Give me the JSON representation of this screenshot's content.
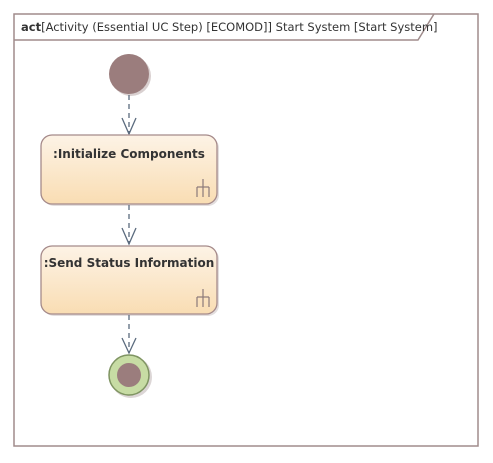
{
  "frame": {
    "keyword": "act",
    "title": "[Activity (Essential UC Step) [ECOMOD]] Start System [Start System]"
  },
  "nodes": {
    "initial": {
      "type": "initial-node"
    },
    "action1": {
      "type": "call-behavior-action",
      "label": ":Initialize Components"
    },
    "action2": {
      "type": "call-behavior-action",
      "label": ":Send Status Information"
    },
    "final": {
      "type": "activity-final-node"
    }
  },
  "flows": [
    {
      "from": "initial",
      "to": "action1"
    },
    {
      "from": "action1",
      "to": "action2"
    },
    {
      "from": "action2",
      "to": "final"
    }
  ],
  "colors": {
    "frame_border": "#a08c8c",
    "initial_fill": "#9b7d7d",
    "action_fill_top": "#fdf3e6",
    "action_fill_bottom": "#f9ddb3",
    "action_border": "#a58a8a",
    "flow_line": "#5b6b7e",
    "final_outer": "#c7dca4",
    "final_ring": "#7f9462",
    "final_inner": "#9b7d7d"
  }
}
